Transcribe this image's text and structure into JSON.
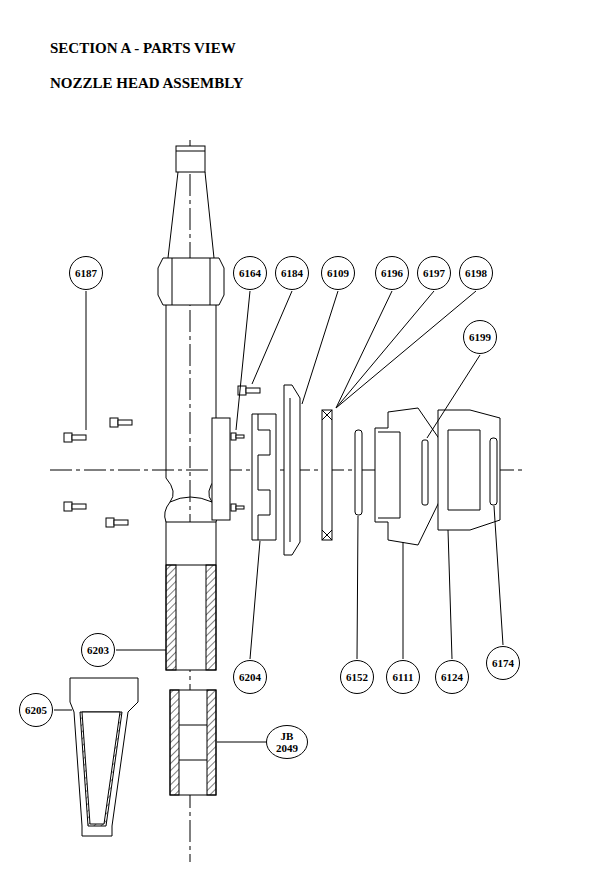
{
  "diagram": {
    "title": "SECTION A - PARTS VIEW",
    "nodes": [
      {
        "text": [
          "6187"
        ]
      },
      {
        "text": [
          "6164"
        ]
      },
      {
        "text": [
          "6184"
        ]
      },
      {
        "text": [
          "6109"
        ]
      },
      {
        "text": [
          "6196"
        ]
      },
      {
        "text": [
          "6197"
        ]
      },
      {
        "text": [
          "6198"
        ]
      },
      {
        "text": [
          "6199"
        ]
      },
      {
        "text": [
          "6203"
        ]
      },
      {
        "text": [
          "6204"
        ]
      },
      {
        "text": [
          "6152"
        ]
      },
      {
        "text": [
          "6111"
        ]
      },
      {
        "text": [
          "6124"
        ]
      },
      {
        "text": [
          "6174"
        ]
      },
      {
        "text": [
          "6205"
        ]
      },
      {
        "text": [
          "JB 2049"
        ]
      }
    ],
    "labels": [
      "NOZZLE HEAD ASSEMBLY"
    ]
  }
}
